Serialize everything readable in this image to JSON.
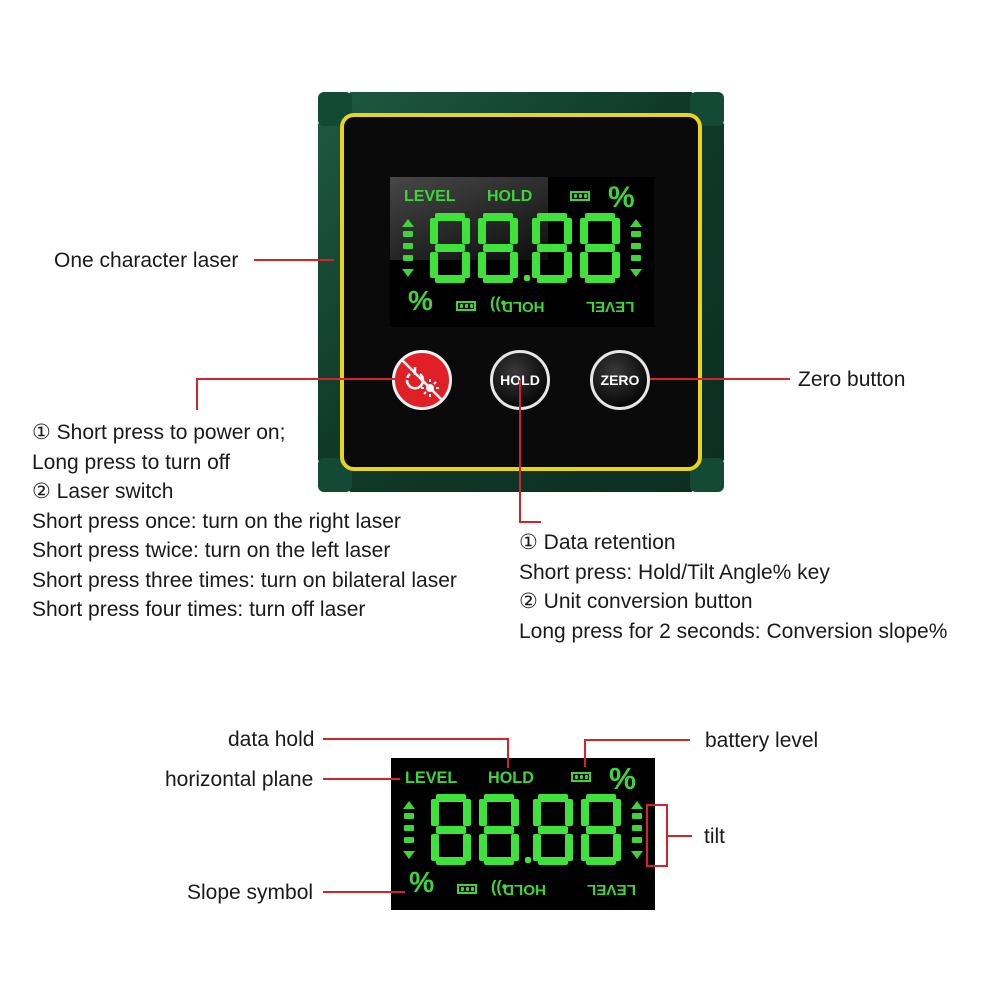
{
  "callouts": {
    "laser": "One character laser",
    "zero": "Zero button",
    "power_lines": [
      "① Short press to power on;",
      "Long press to turn off",
      "② Laser switch",
      "Short press once: turn on the right laser",
      "Short press twice: turn on the left laser",
      "Short press three times: turn on bilateral laser",
      "Short press four times: turn off laser"
    ],
    "hold_lines": [
      "① Data retention",
      "Short press: Hold/Tilt Angle% key",
      "② Unit conversion button",
      "Long press for 2 seconds: Conversion slope%"
    ]
  },
  "device": {
    "hold_button": "HOLD",
    "zero_button": "ZERO"
  },
  "lcd": {
    "level": "LEVEL",
    "hold": "HOLD",
    "percent": "%",
    "digits": "88.88",
    "hold_mirrored": "HOLD",
    "level_mirrored": "LEVEL"
  },
  "legend": {
    "data_hold": "data hold",
    "horizontal_plane": "horizontal plane",
    "battery_level": "battery level",
    "tilt": "tilt",
    "slope_symbol": "Slope symbol"
  },
  "colors": {
    "lcd_green": "#3fd43a",
    "lead_red": "#d3242b",
    "frame_yellow": "#e8d320",
    "body_green": "#134a35"
  }
}
